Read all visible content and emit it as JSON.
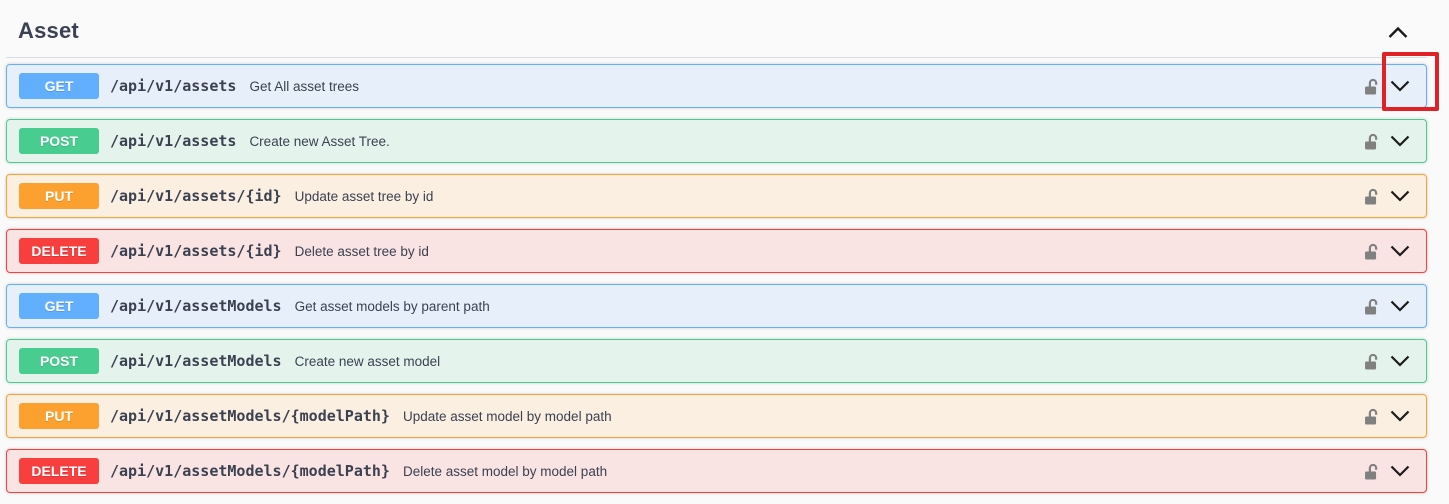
{
  "page": {
    "background": "#fafafa",
    "text_color": "#3b4151"
  },
  "section": {
    "title": "Asset",
    "expanded": true,
    "collapse_icon": "chevron-up-icon"
  },
  "method_colors": {
    "GET": "#61affe",
    "POST": "#49cc90",
    "PUT": "#fca130",
    "DELETE": "#f93e3e"
  },
  "endpoints": [
    {
      "method": "GET",
      "path": "/api/v1/assets",
      "summary": "Get All asset trees",
      "auth_icon": "unlocked-padlock-icon",
      "expand_icon": "chevron-down-icon"
    },
    {
      "method": "POST",
      "path": "/api/v1/assets",
      "summary": "Create new Asset Tree.",
      "auth_icon": "unlocked-padlock-icon",
      "expand_icon": "chevron-down-icon"
    },
    {
      "method": "PUT",
      "path": "/api/v1/assets/{id}",
      "summary": "Update asset tree by id",
      "auth_icon": "unlocked-padlock-icon",
      "expand_icon": "chevron-down-icon"
    },
    {
      "method": "DELETE",
      "path": "/api/v1/assets/{id}",
      "summary": "Delete asset tree by id",
      "auth_icon": "unlocked-padlock-icon",
      "expand_icon": "chevron-down-icon"
    },
    {
      "method": "GET",
      "path": "/api/v1/assetModels",
      "summary": "Get asset models by parent path",
      "auth_icon": "unlocked-padlock-icon",
      "expand_icon": "chevron-down-icon"
    },
    {
      "method": "POST",
      "path": "/api/v1/assetModels",
      "summary": "Create new asset model",
      "auth_icon": "unlocked-padlock-icon",
      "expand_icon": "chevron-down-icon"
    },
    {
      "method": "PUT",
      "path": "/api/v1/assetModels/{modelPath}",
      "summary": "Update asset model by model path",
      "auth_icon": "unlocked-padlock-icon",
      "expand_icon": "chevron-down-icon"
    },
    {
      "method": "DELETE",
      "path": "/api/v1/assetModels/{modelPath}",
      "summary": "Delete asset model by model path",
      "auth_icon": "unlocked-padlock-icon",
      "expand_icon": "chevron-down-icon"
    }
  ],
  "annotation": {
    "shape": "rectangle",
    "color": "#e02126",
    "target": "expand chevron of first GET endpoint row"
  }
}
